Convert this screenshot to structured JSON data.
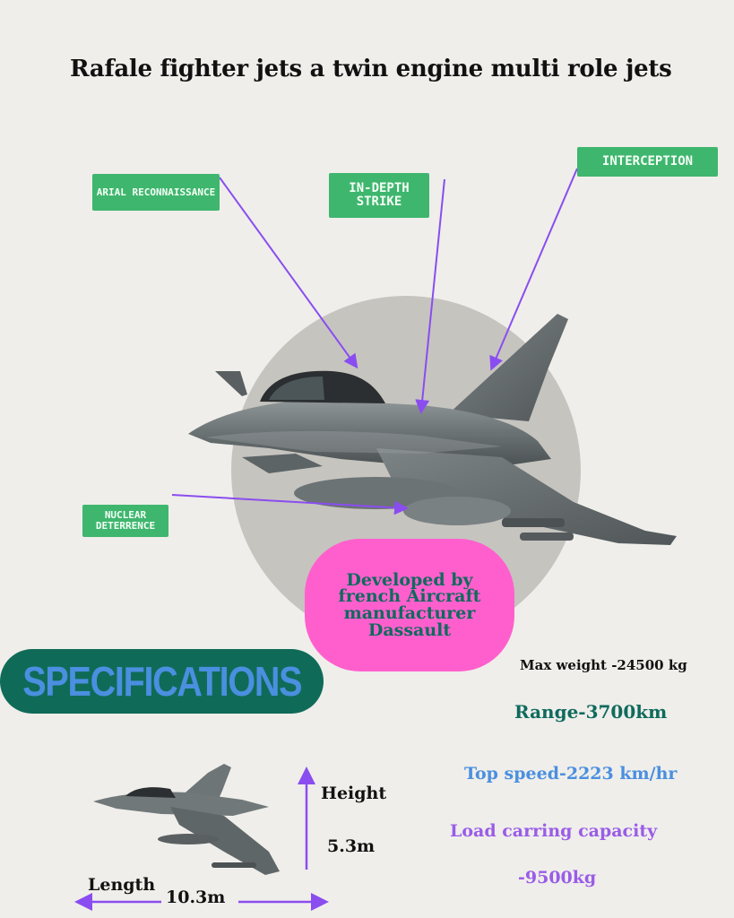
{
  "title": "Rafale fighter jets a twin engine multi role jets",
  "roles": {
    "arial": "ARIAL RECONNAISSANCE",
    "strike": "IN-DEPTH STRIKE",
    "interception": "INTERCEPTION",
    "nuclear": "NUCLEAR DETERRENCE"
  },
  "developer_note": "Developed by french Aircraft manufacturer Dassault",
  "specifications_heading": "SPECIFICATIONS",
  "specs": {
    "max_weight": "Max weight -24500 kg",
    "range": "Range-3700km",
    "top_speed": "Top speed-2223 km/hr",
    "load_label": "Load carring capacity",
    "load_value": "-9500kg"
  },
  "dimensions": {
    "height_label": "Height",
    "height_value": "5.3m",
    "length_label": "Length",
    "length_value": "10.3m"
  },
  "colors": {
    "background": "#efeeea",
    "tag_green": "#3fb66e",
    "pink": "#ff5fcd",
    "dark_teal": "#0f6b57",
    "blue": "#4a8fe0",
    "purple": "#9a5ce8",
    "arrow": "#8a4df0"
  }
}
